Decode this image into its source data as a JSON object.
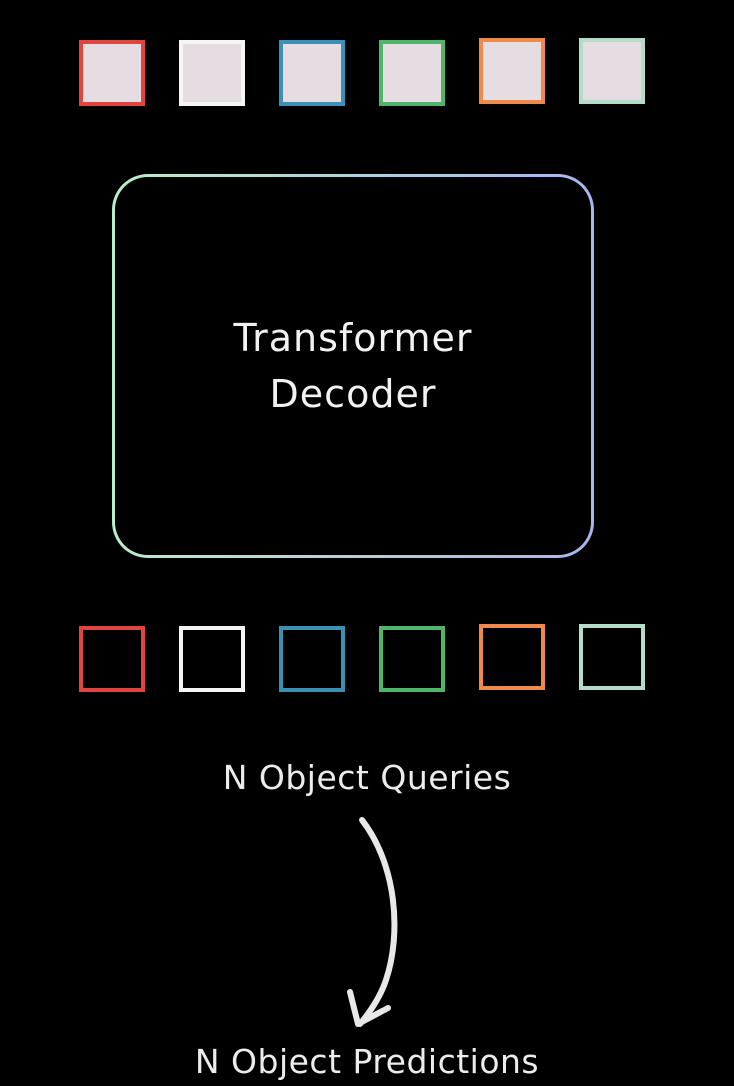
{
  "decoder": {
    "line1": "Transformer",
    "line2": "Decoder"
  },
  "queries_label": "N Object Queries",
  "predictions_label": "N Object Predictions",
  "icons": {
    "arrow": "curved-down-arrow-icon"
  },
  "colors": {
    "background": "#000000",
    "token_fill": "#e6dde3",
    "token_borders": [
      "#e0443e",
      "#f5f5f5",
      "#3a91b5",
      "#4fb56a",
      "#f08a4b",
      "#b5dcc8"
    ],
    "decoder_gradient": [
      "#b9eec8",
      "#aab4ee"
    ],
    "text": "#ececec"
  }
}
